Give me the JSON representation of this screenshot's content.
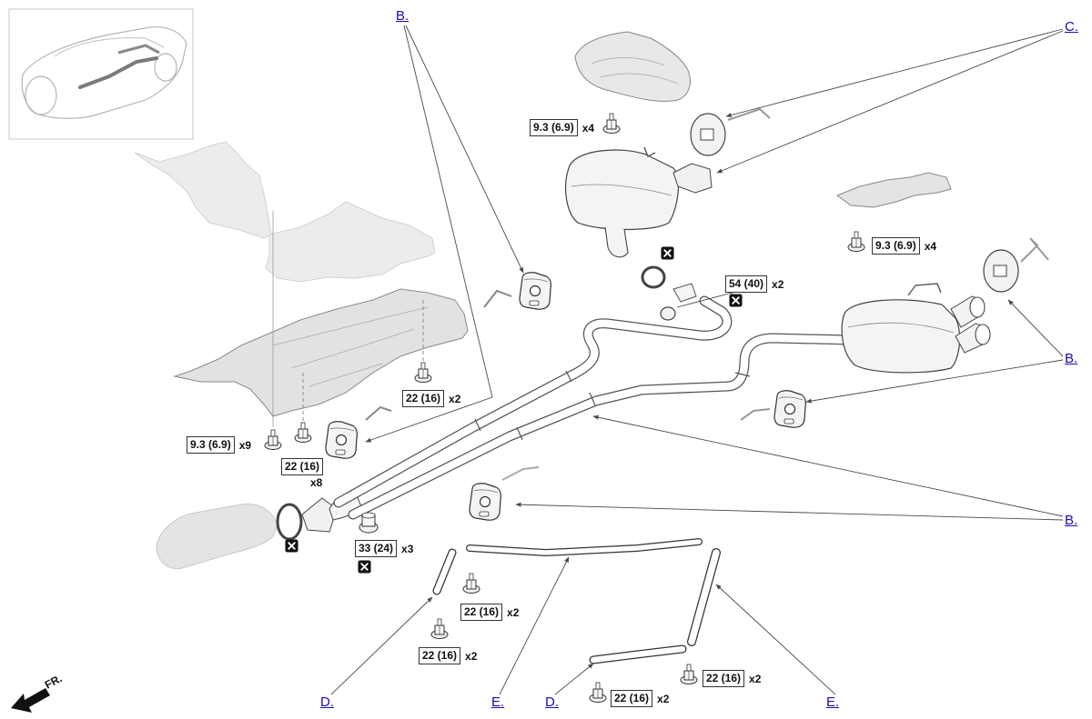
{
  "callouts": {
    "b_top": "B.",
    "c_top_right": "C.",
    "b_mid_right": "B.",
    "b_low_right": "B.",
    "d_bottom_left": "D.",
    "e_bottom_left": "E.",
    "d_bottom_center": "D.",
    "e_bottom_right": "E."
  },
  "torque": [
    {
      "value": "9.3 (6.9)",
      "qty": "x4"
    },
    {
      "value": "9.3 (6.9)",
      "qty": "x4"
    },
    {
      "value": "54 (40)",
      "qty": "x2"
    },
    {
      "value": "22 (16)",
      "qty": "x2"
    },
    {
      "value": "9.3 (6.9)",
      "qty": "x9"
    },
    {
      "value": "22 (16)",
      "qty": "x8"
    },
    {
      "value": "33 (24)",
      "qty": "x3"
    },
    {
      "value": "22 (16)",
      "qty": "x2"
    },
    {
      "value": "22 (16)",
      "qty": "x2"
    },
    {
      "value": "22 (16)",
      "qty": "x2"
    },
    {
      "value": "22 (16)",
      "qty": "x2"
    }
  ],
  "direction_label": "FR.",
  "icons": {
    "non_reusable_part": "replace-x-icon",
    "front_direction": "arrow-front-icon"
  },
  "colors": {
    "link": "#1a0dab",
    "leader_line": "#4a4a4a",
    "heat_shield": "#e2e2e2",
    "icon_fill": "#111111"
  }
}
